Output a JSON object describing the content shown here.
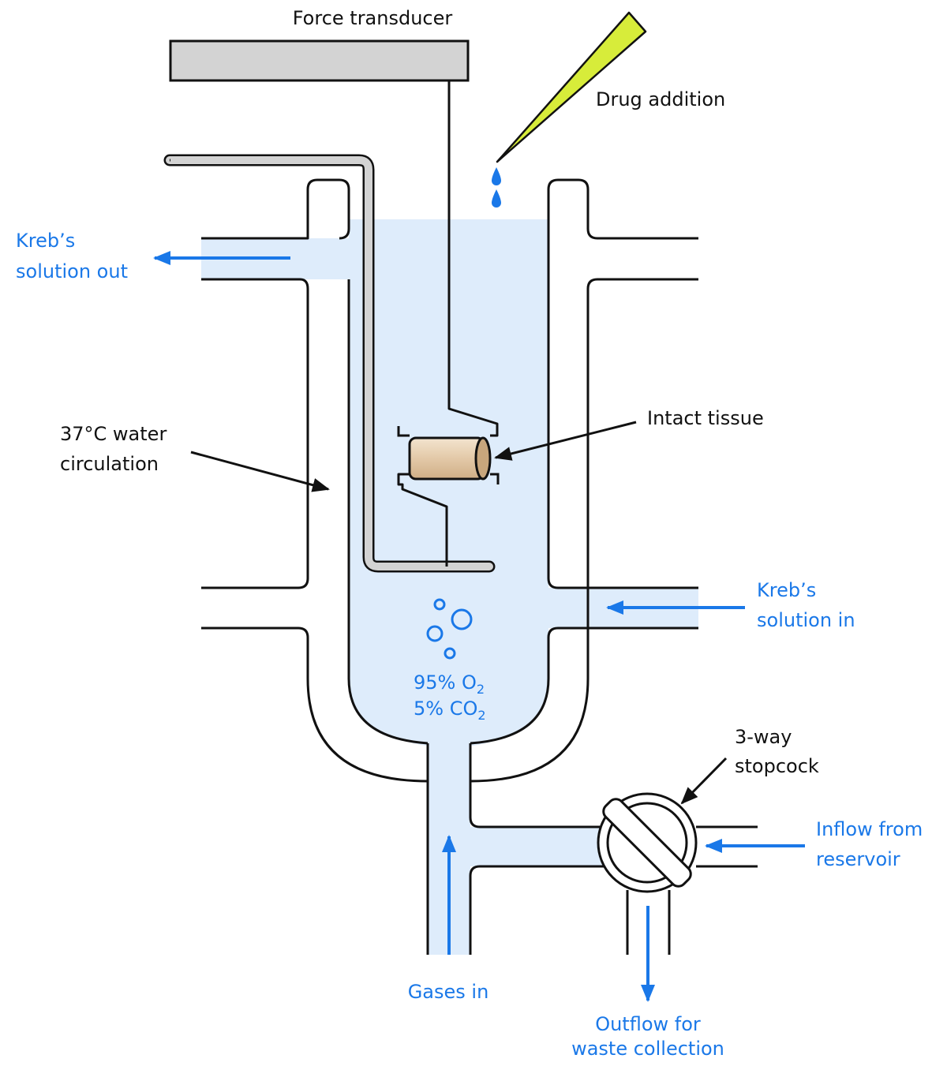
{
  "colors": {
    "liquid": "#deecfb",
    "outline": "#111111",
    "blue_accent": "#1a78e8",
    "transducer": "#d3d3d3",
    "pipette": "#d7ec3a",
    "tissue": "#e3c9a8",
    "tube": "#d3d3d3"
  },
  "labels": {
    "force_transducer": "Force transducer",
    "drug_addition": "Drug addition",
    "krebs_out_1": "Kreb’s",
    "krebs_out_2": "solution out",
    "water_1": "37°C water",
    "water_2": "circulation",
    "intact_tissue": "Intact tissue",
    "krebs_in_1": "Kreb’s",
    "krebs_in_2": "solution in",
    "gas_o2_prefix": "95% O",
    "gas_co2_prefix": "5% CO",
    "gas_subscript": "2",
    "stopcock_1": "3-way",
    "stopcock_2": "stopcock",
    "inflow_1": "Inflow from",
    "inflow_2": "reservoir",
    "gases_in": "Gases in",
    "outflow_1": "Outflow for",
    "outflow_2": "waste collection"
  },
  "icons": {
    "pipette": "pipette-icon",
    "drop": "water-drop-icon",
    "bubble": "gas-bubble-icon",
    "tissue": "tissue-cylinder-icon",
    "stopcock": "stopcock-valve-icon"
  }
}
